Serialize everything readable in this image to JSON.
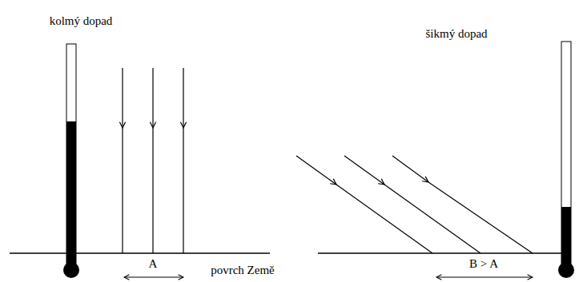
{
  "diagram": {
    "labels": [
      "kolmý dopad",
      "šikmý dopad",
      "A",
      "povrch Země",
      "B > A"
    ]
  }
}
